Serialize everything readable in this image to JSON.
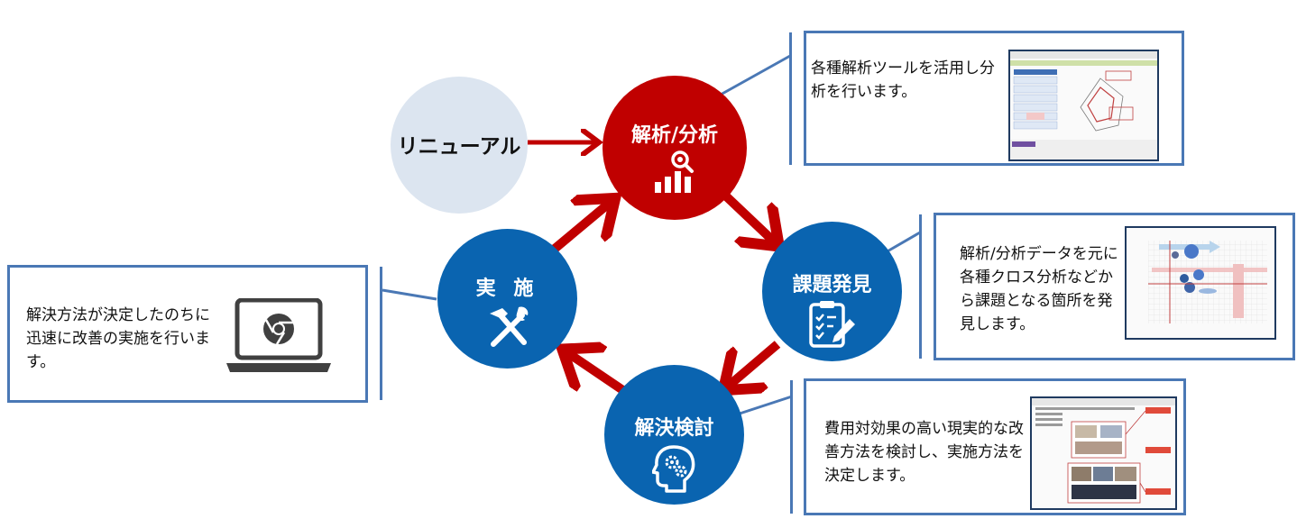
{
  "nodes": {
    "renewal": "リニューアル",
    "analysis": "解析/分析",
    "issue": "課題発見",
    "study": "解決検討",
    "implementation": "実 施"
  },
  "boxes": {
    "analysis_text": "各種解析ツールを活用し分析を行います。",
    "issue_text": "解析/分析データを元に各種クロス分析などから課題となる箇所を発見します。",
    "study_text": "費用対効果の高い現実的な改善方法を検討し、実施方法を決定します。",
    "implementation_text": "解決方法が決定したのちに迅速に改善の実施を行います。"
  },
  "icons": {
    "analysis": "search-bar-chart-icon",
    "issue": "clipboard-checklist-icon",
    "study": "head-gears-icon",
    "implementation": "hammer-wrench-icon",
    "laptop": "laptop-chrome-icon"
  },
  "colors": {
    "red": "#c00000",
    "blue": "#0a64b0",
    "light": "#dce5f0",
    "border": "#4a78b5"
  }
}
